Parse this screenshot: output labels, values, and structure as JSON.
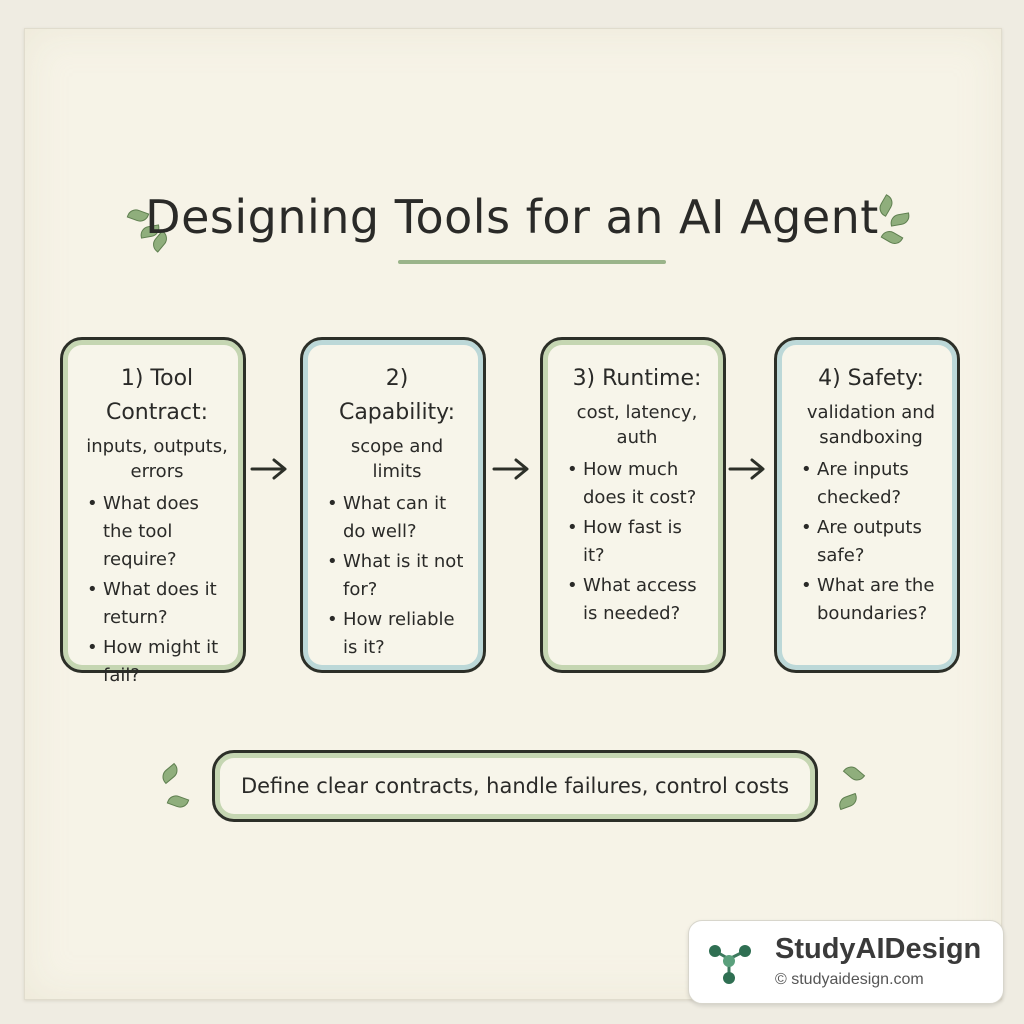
{
  "title": "Designing Tools for an AI Agent",
  "steps": [
    {
      "title": "1) Tool Contract:",
      "subtitle": "inputs, outputs, errors",
      "bullets": [
        "What does the tool require?",
        "What does it return?",
        "How might it fail?"
      ]
    },
    {
      "title": "2) Capability:",
      "subtitle": "scope and limits",
      "bullets": [
        "What can it do well?",
        "What is it not for?",
        "How reliable is it?"
      ]
    },
    {
      "title": "3) Runtime:",
      "subtitle": "cost, latency, auth",
      "bullets": [
        "How much does it cost?",
        "How fast is it?",
        "What access is needed?"
      ]
    },
    {
      "title": "4) Safety:",
      "subtitle": "validation and sandboxing",
      "bullets": [
        "Are inputs checked?",
        "Are outputs safe?",
        "What are the boundaries?"
      ]
    }
  ],
  "summary": "Define clear contracts, handle failures, control costs",
  "brand": {
    "name": "StudyAIDesign",
    "url": "© studyaidesign.com"
  },
  "colors": {
    "accent_green": "#9ab48a",
    "accent_teal": "#bcd8d8",
    "ink": "#2a2a28",
    "paper": "#f6f3e7"
  },
  "icons": [
    "leaf-icon",
    "arrow-right-icon",
    "network-logo-icon"
  ]
}
